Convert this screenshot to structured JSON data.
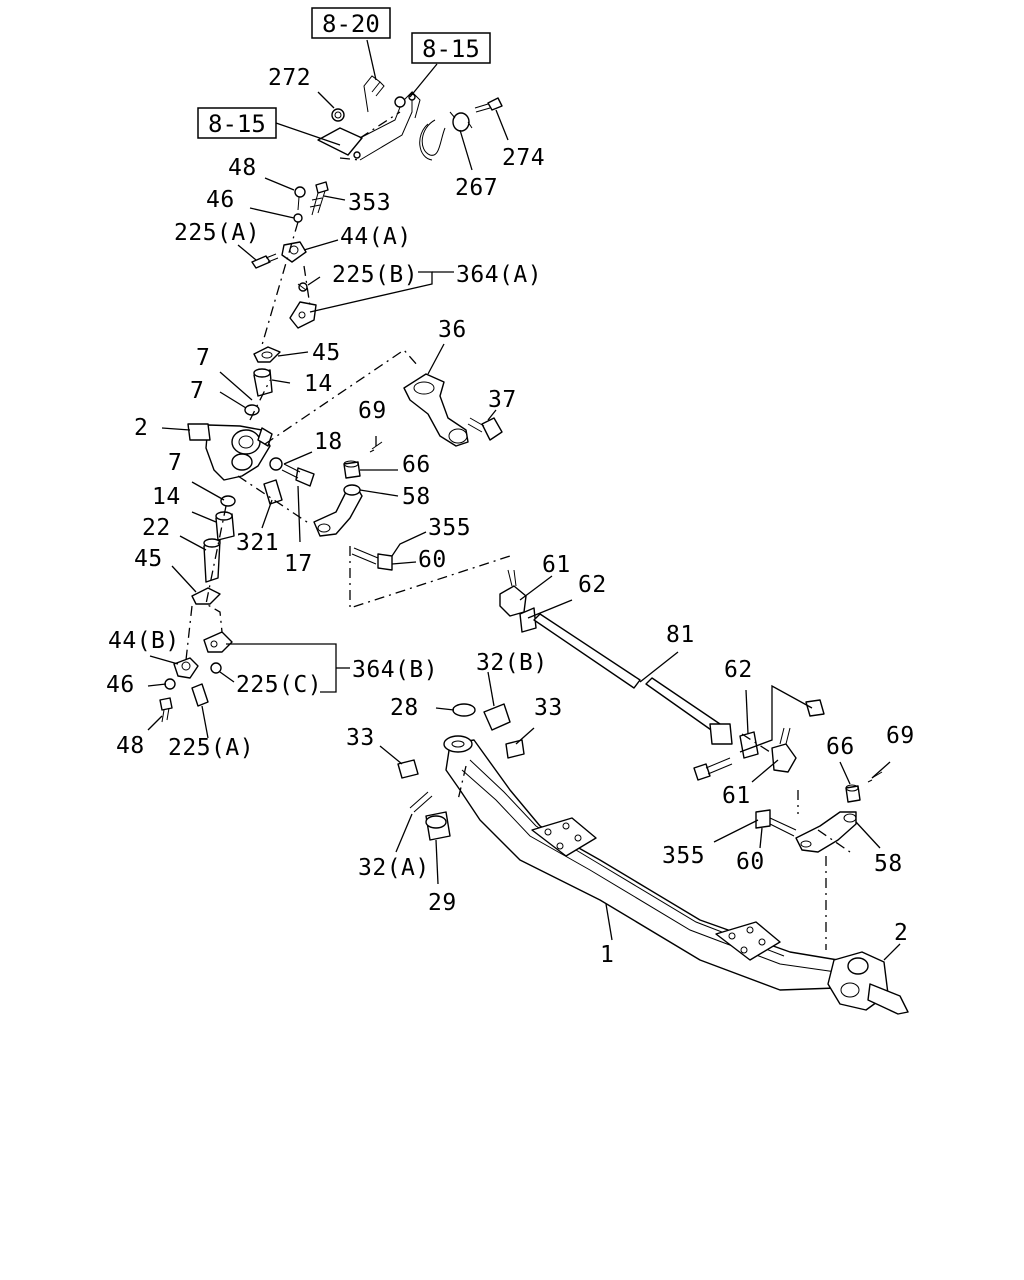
{
  "diagram": {
    "references": [
      "8-20",
      "8-15",
      "8-15"
    ],
    "labels": {
      "l272": "272",
      "l274": "274",
      "l267": "267",
      "l48a": "48",
      "l46a": "46",
      "l353": "353",
      "l225a_top": "225(A)",
      "l44a": "44(A)",
      "l225b": "225(B)",
      "l364a": "364(A)",
      "l45a": "45",
      "l7a": "7",
      "l14a": "14",
      "l7b": "7",
      "l36": "36",
      "l37": "37",
      "l2a": "2",
      "l69a": "69",
      "l18": "18",
      "l66a": "66",
      "l58a": "58",
      "l7c": "7",
      "l14b": "14",
      "l321": "321",
      "l17": "17",
      "l22": "22",
      "l355a": "355",
      "l60a": "60",
      "l45b": "45",
      "l61a": "61",
      "l62a": "62",
      "l44b": "44(B)",
      "l364b": "364(B)",
      "l225c": "225(C)",
      "l46b": "46",
      "l48b": "48",
      "l225a_bot": "225(A)",
      "l81": "81",
      "l32b": "32(B)",
      "l62b": "62",
      "l28": "28",
      "l33a": "33",
      "l33b": "33",
      "l66b": "66",
      "l69b": "69",
      "l61b": "61",
      "l355b": "355",
      "l60b": "60",
      "l58b": "58",
      "l32a": "32(A)",
      "l29": "29",
      "l1": "1",
      "l2b": "2"
    }
  }
}
